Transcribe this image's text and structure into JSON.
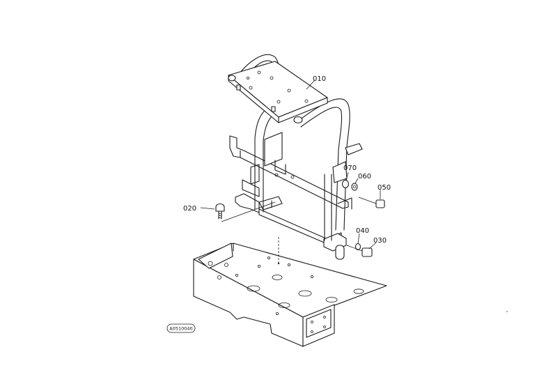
{
  "labels": {
    "p010": "010",
    "p020": "020",
    "p030": "030",
    "p040": "040",
    "p050": "050",
    "p060": "060",
    "p070": "070"
  },
  "figure_code": "A0510040"
}
